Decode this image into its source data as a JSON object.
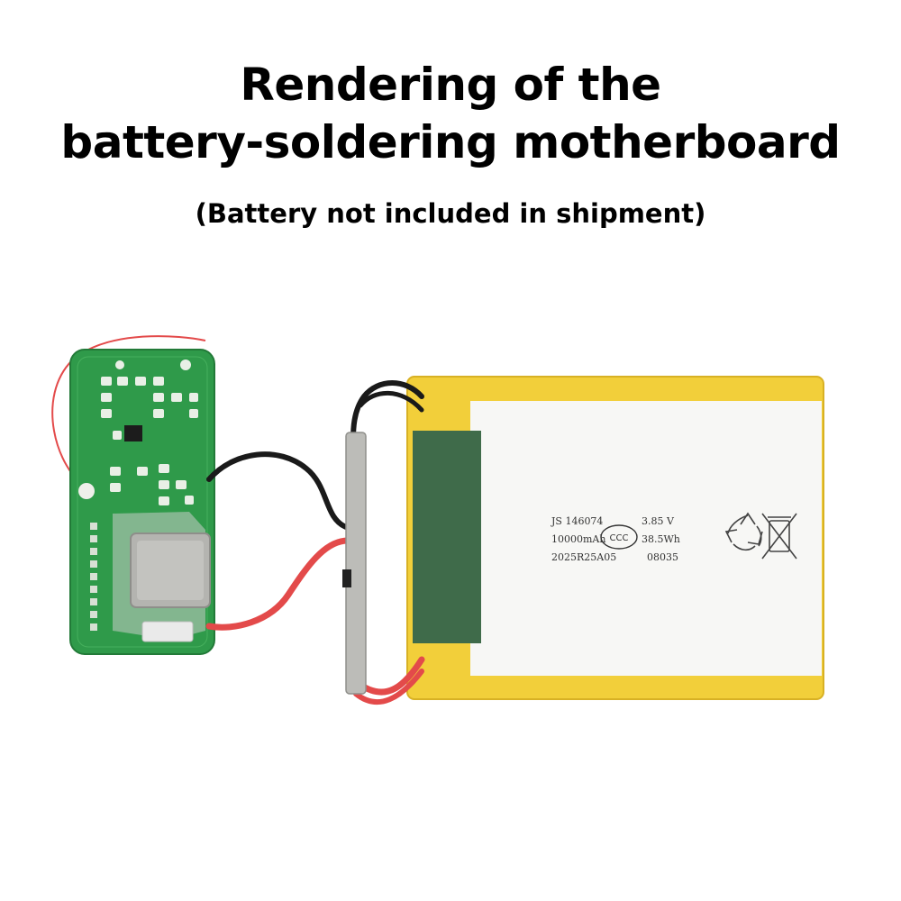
{
  "heading": {
    "line1": "Rendering of the",
    "line2": "battery-soldering motherboard"
  },
  "subtitle": "(Battery not included in shipment)",
  "battery_label": {
    "row1": [
      "JS 146074",
      "3.85 V"
    ],
    "row2": [
      "10000mAh",
      "38.5Wh"
    ],
    "row3": [
      "2025R25A05",
      "08035"
    ],
    "cert_mark": "CCC"
  },
  "colors": {
    "pcb_green": "#2f9a4a",
    "battery_wrap": "#f2cf3a",
    "battery_label_bg": "#f7f7f5",
    "wire_red": "#e34a4a",
    "wire_black": "#1a1a1a",
    "tape_green": "#3f6b4a"
  }
}
